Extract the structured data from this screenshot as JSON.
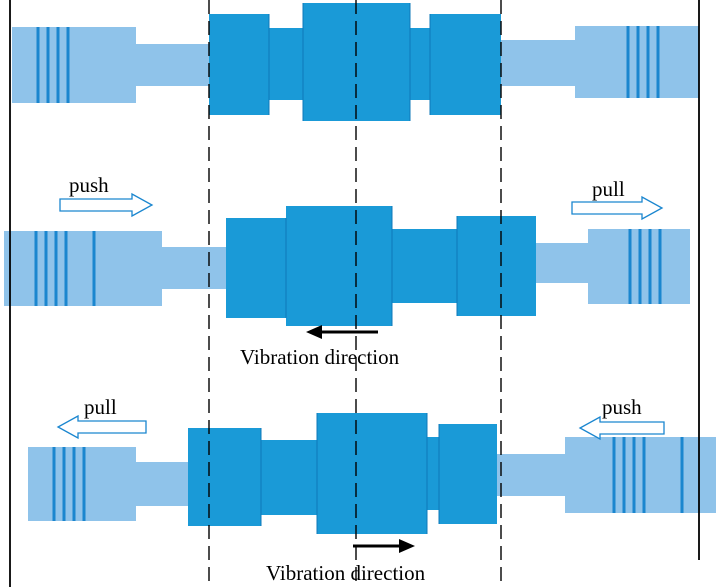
{
  "labels": {
    "push_top": "push",
    "pull_top": "pull",
    "vib_mid": "Vibration direction",
    "pull_bottom": "pull",
    "push_bottom": "push",
    "vib_bottom": "Vibration direction"
  },
  "colors": {
    "light_blue": "#8fc3ea",
    "dark_blue": "#1a9ad7",
    "stripe": "#1a86cf",
    "outline_arrow": "#1a86cf"
  },
  "icons": [
    "push-arrow-icon",
    "pull-arrow-icon",
    "vibration-arrow-icon"
  ]
}
